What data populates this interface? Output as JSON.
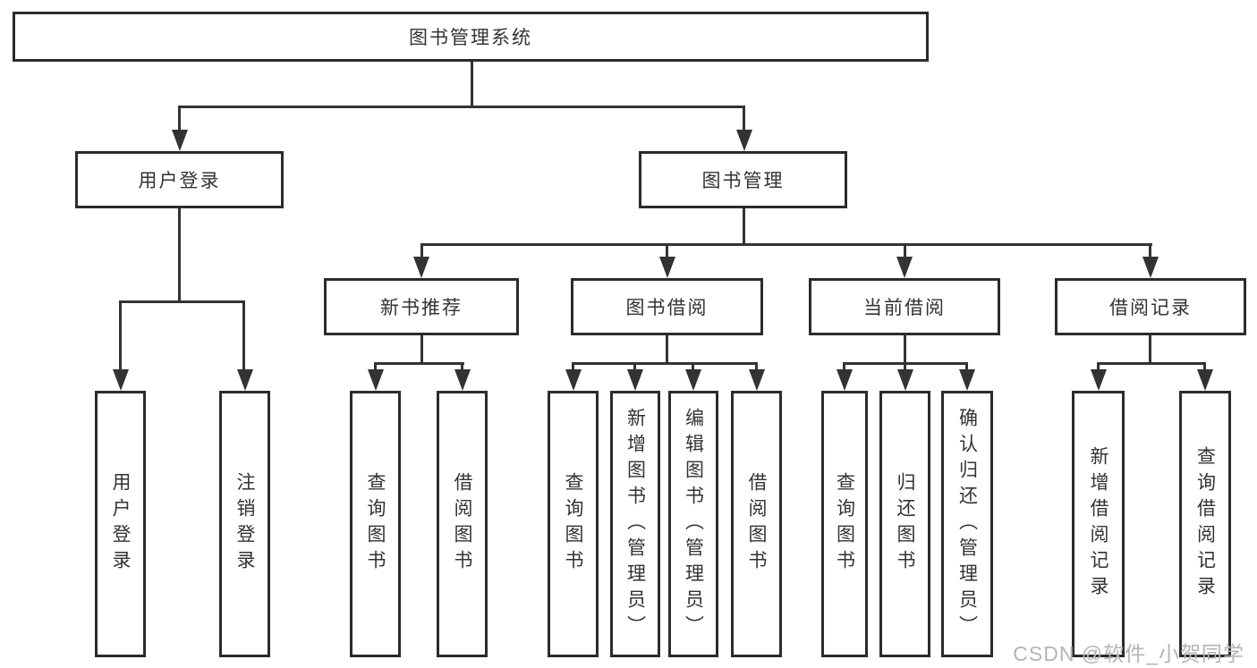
{
  "diagram": {
    "title": "图书管理系统",
    "type": "hierarchy-diagram",
    "colors": {
      "line": "#333333",
      "box_border": "#2b2b2b",
      "text": "#333333",
      "background": "#ffffff",
      "watermark": "#b4b4b4"
    },
    "nodes": {
      "root": "图书管理系统",
      "user_login": "用户登录",
      "book_mgmt": "图书管理",
      "new_book": "新书推荐",
      "book_borrow": "图书借阅",
      "current_borrow": "当前借阅",
      "borrow_records": "借阅记录",
      "leaf_user_login": "用户登录",
      "leaf_logout": "注销登录",
      "leaf_nb_query": "查询图书",
      "leaf_nb_borrow": "借阅图书",
      "leaf_bb_query": "查询图书",
      "leaf_bb_add": "新增图书（管理员）",
      "leaf_bb_edit": "编辑图书（管理员）",
      "leaf_bb_borrow": "借阅图书",
      "leaf_cb_query": "查询图书",
      "leaf_cb_return": "归还图书",
      "leaf_cb_confirm": "确认归还（管理员）",
      "leaf_br_add": "新增借阅记录",
      "leaf_br_query": "查询借阅记录"
    },
    "structure": {
      "图书管理系统": [
        "用户登录",
        "图书管理"
      ],
      "用户登录": [
        "用户登录",
        "注销登录"
      ],
      "图书管理": [
        "新书推荐",
        "图书借阅",
        "当前借阅",
        "借阅记录"
      ],
      "新书推荐": [
        "查询图书",
        "借阅图书"
      ],
      "图书借阅": [
        "查询图书",
        "新增图书（管理员）",
        "编辑图书（管理员）",
        "借阅图书"
      ],
      "当前借阅": [
        "查询图书",
        "归还图书",
        "确认归还（管理员）"
      ],
      "借阅记录": [
        "新增借阅记录",
        "查询借阅记录"
      ]
    },
    "watermark": "CSDN @软件_小贺同学"
  }
}
